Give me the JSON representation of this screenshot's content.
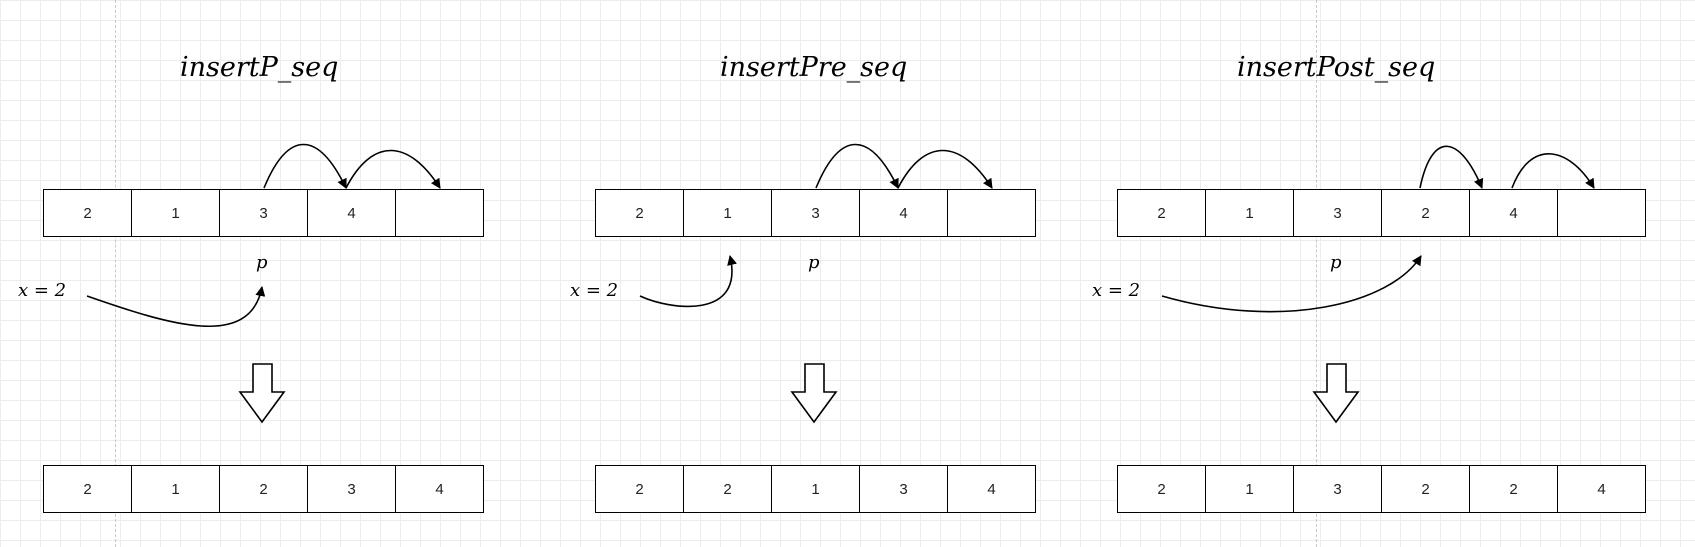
{
  "panels": [
    {
      "title": "insertP_seq",
      "x_label": "x = 2",
      "p_label": "p",
      "before": [
        "2",
        "1",
        "3",
        "4",
        ""
      ],
      "after": [
        "2",
        "1",
        "2",
        "3",
        "4"
      ]
    },
    {
      "title": "insertPre_seq",
      "x_label": "x = 2",
      "p_label": "p",
      "before": [
        "2",
        "1",
        "3",
        "4",
        ""
      ],
      "after": [
        "2",
        "2",
        "1",
        "3",
        "4"
      ]
    },
    {
      "title": "insertPost_seq",
      "x_label": "x = 2",
      "p_label": "p",
      "before": [
        "2",
        "1",
        "3",
        "2",
        "4",
        ""
      ],
      "after": [
        "2",
        "1",
        "3",
        "2",
        "2",
        "4"
      ]
    }
  ]
}
